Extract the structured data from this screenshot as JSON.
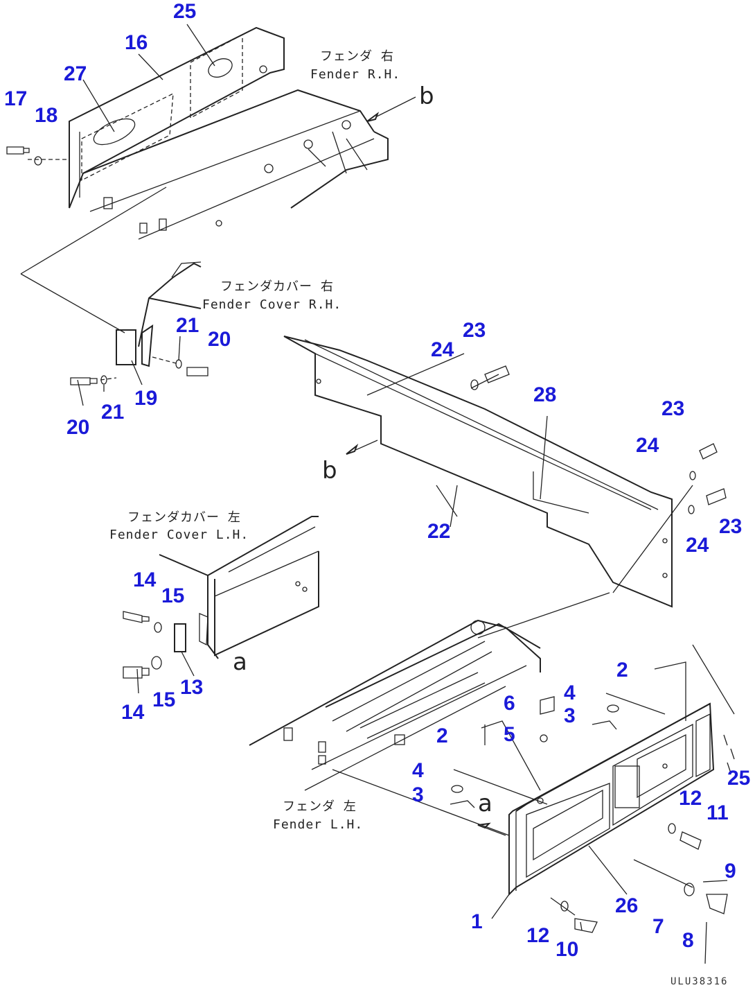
{
  "callout_color": "#1a1ad8",
  "callouts": [
    {
      "id": "c25a",
      "text": "25"
    },
    {
      "id": "c16",
      "text": "16"
    },
    {
      "id": "c27",
      "text": "27"
    },
    {
      "id": "c17",
      "text": "17"
    },
    {
      "id": "c18",
      "text": "18"
    },
    {
      "id": "c21a",
      "text": "21"
    },
    {
      "id": "c20a",
      "text": "20"
    },
    {
      "id": "c21b",
      "text": "21"
    },
    {
      "id": "c19",
      "text": "19"
    },
    {
      "id": "c20b",
      "text": "20"
    },
    {
      "id": "c24a",
      "text": "24"
    },
    {
      "id": "c23a",
      "text": "23"
    },
    {
      "id": "c28",
      "text": "28"
    },
    {
      "id": "c23b",
      "text": "23"
    },
    {
      "id": "c24b",
      "text": "24"
    },
    {
      "id": "c23c",
      "text": "23"
    },
    {
      "id": "c24c",
      "text": "24"
    },
    {
      "id": "c22",
      "text": "22"
    },
    {
      "id": "c14a",
      "text": "14"
    },
    {
      "id": "c15a",
      "text": "15"
    },
    {
      "id": "c13",
      "text": "13"
    },
    {
      "id": "c15b",
      "text": "15"
    },
    {
      "id": "c14b",
      "text": "14"
    },
    {
      "id": "c2a",
      "text": "2"
    },
    {
      "id": "c4a",
      "text": "4"
    },
    {
      "id": "c6",
      "text": "6"
    },
    {
      "id": "c3a",
      "text": "3"
    },
    {
      "id": "c2b",
      "text": "2"
    },
    {
      "id": "c5",
      "text": "5"
    },
    {
      "id": "c4b",
      "text": "4"
    },
    {
      "id": "c3b",
      "text": "3"
    },
    {
      "id": "c25b",
      "text": "25"
    },
    {
      "id": "c12a",
      "text": "12"
    },
    {
      "id": "c11",
      "text": "11"
    },
    {
      "id": "c9",
      "text": "9"
    },
    {
      "id": "c26",
      "text": "26"
    },
    {
      "id": "c1",
      "text": "1"
    },
    {
      "id": "c7",
      "text": "7"
    },
    {
      "id": "c12b",
      "text": "12"
    },
    {
      "id": "c10",
      "text": "10"
    },
    {
      "id": "c8",
      "text": "8"
    }
  ],
  "annotations": {
    "fender_rh_jp": "フェンダ 右",
    "fender_rh_en": "Fender R.H.",
    "fender_cover_rh_jp": "フェンダカバー 右",
    "fender_cover_rh_en": "Fender Cover R.H.",
    "fender_cover_lh_jp": "フェンダカバー 左",
    "fender_cover_lh_en": "Fender Cover L.H.",
    "fender_lh_jp": "フェンダ 左",
    "fender_lh_en": "Fender L.H.",
    "letter_b_top": "b",
    "letter_b_mid": "b",
    "letter_a_mid": "a",
    "letter_a_low": "a",
    "drawing_code": "ULU38316"
  }
}
